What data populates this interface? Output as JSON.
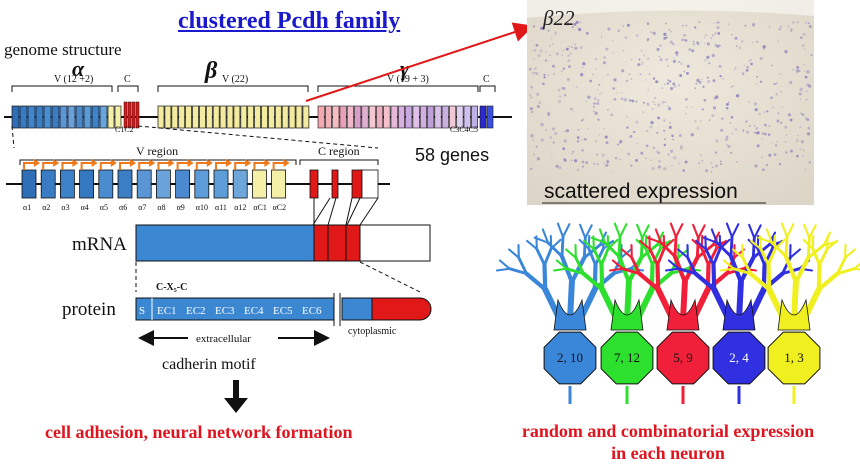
{
  "title": "clustered Pcdh family",
  "genome": {
    "label": "genome structure",
    "alpha_symbol": "α",
    "beta_symbol": "β",
    "gamma_symbol": "γ",
    "alpha_v": "V (12 +2)",
    "beta_v": "V (22)",
    "gamma_v": "V (19 + 3)",
    "c_label": "C",
    "c_label2": "C",
    "alpha_c_sub": "C1C2",
    "gamma_c_sub": "C3C4C5",
    "genes_count": "58 genes"
  },
  "alpha_detail": {
    "v_region": "V region",
    "c_region": "C region",
    "exon_labels": [
      "α1",
      "α2",
      "α3",
      "α4",
      "α5",
      "α6",
      "α7",
      "α8",
      "α9",
      "α10",
      "α11",
      "α12",
      "αC1",
      "αC2"
    ]
  },
  "mrna": {
    "label": "mRNA"
  },
  "protein": {
    "label": "protein",
    "motif": "C-X₅-C",
    "domains": [
      "S",
      "EC1",
      "EC2",
      "EC3",
      "EC4",
      "EC5",
      "EC6"
    ],
    "extracellular": "extracellular",
    "cytoplasmic": "cytoplasmic"
  },
  "cadherin": "cadherin motif",
  "outcome_left": "cell adhesion, neural network formation",
  "micrograph": {
    "gene_label": "β22",
    "caption": "scattered expression"
  },
  "neurons": {
    "labels": [
      "2, 10",
      "7, 12",
      "5, 9",
      "2, 4",
      "1, 3"
    ]
  },
  "outcome_right_line1": "random and combinatorial expression",
  "outcome_right_line2": "in each neuron",
  "colors": {
    "title_blue": "#1a1acc",
    "outcome_red": "#e0141e",
    "exon_blue": "#3b87d2",
    "exon_yellow": "#f4f0a8",
    "exon_red": "#e01818",
    "arrow_orange": "#f07a1a",
    "neuron_blue": "#3a86d8",
    "neuron_green": "#2ee02e",
    "neuron_red": "#f0203a",
    "neuron_violet": "#3030e0",
    "neuron_yellow": "#f0f020"
  }
}
